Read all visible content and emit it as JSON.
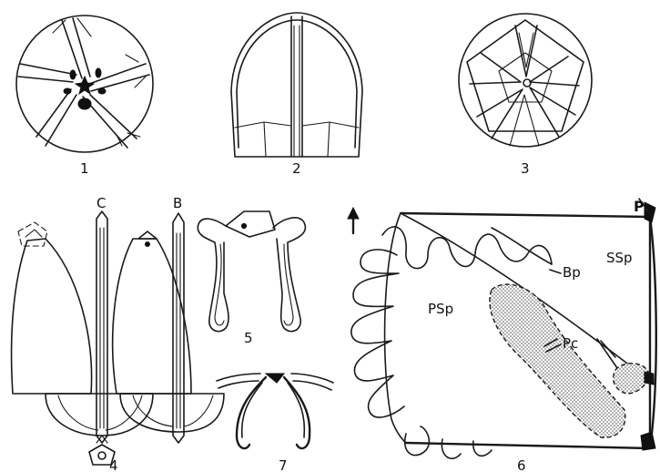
{
  "figures": {
    "fig1": {
      "number": "1"
    },
    "fig2": {
      "number": "2"
    },
    "fig3": {
      "number": "3"
    },
    "fig4": {
      "number": "4",
      "label_c": "C",
      "label_b": "B"
    },
    "fig5": {
      "number": "5"
    },
    "fig6": {
      "number": "6",
      "label_p": "P",
      "label_ssp": "SSp",
      "label_bp": "Bp",
      "label_psp": "PSp",
      "label_pc": "Pc"
    },
    "fig7": {
      "number": "7"
    }
  },
  "colors": {
    "ink": "#1a1a1a",
    "paper": "#ffffff",
    "stipple": "#9a9a9a"
  },
  "icons": {
    "arrow": "up-arrow-icon"
  }
}
